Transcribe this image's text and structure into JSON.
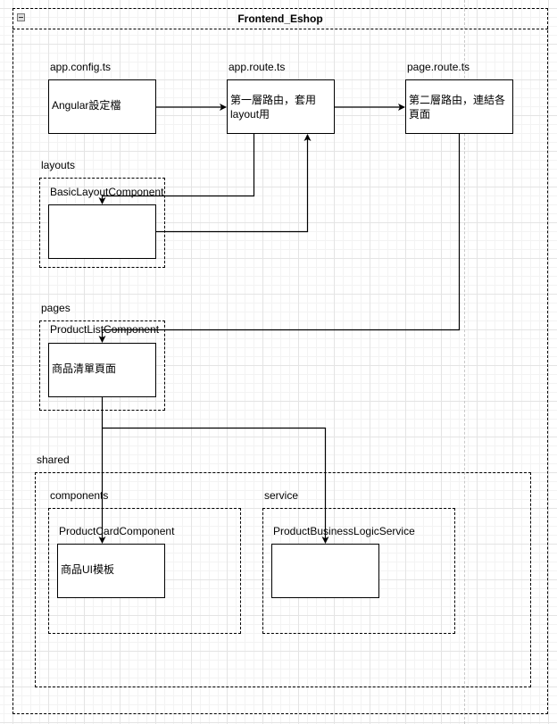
{
  "pool": {
    "title": "Frontend_Eshop",
    "collapse_icon": "minus-square-icon"
  },
  "nodes": {
    "app_config": {
      "label": "app.config.ts",
      "text": "Angular設定檔"
    },
    "app_route": {
      "label": "app.route.ts",
      "text_line1": "第一層路由，套用",
      "text_line2": "layout用"
    },
    "page_route": {
      "label": "page.route.ts",
      "text_line1": "第二層路由，連結各",
      "text_line2": "頁面"
    },
    "layouts": {
      "label": "layouts",
      "component_label": "BasicLayoutComponent",
      "text": ""
    },
    "pages": {
      "label": "pages",
      "component_label": "ProductListComponent",
      "text": "商品清單頁面"
    },
    "shared": {
      "label": "shared",
      "components": {
        "label": "components",
        "component_label": "ProductCardComponent",
        "text": "商品UI模板"
      },
      "service": {
        "label": "service",
        "component_label": "ProductBusinessLogicService",
        "text": ""
      }
    }
  },
  "connections": [
    {
      "from": "app.config.ts",
      "to": "app.route.ts"
    },
    {
      "from": "app.route.ts",
      "to": "page.route.ts"
    },
    {
      "from": "app.route.ts",
      "to": "BasicLayoutComponent"
    },
    {
      "from": "BasicLayoutComponent",
      "to": "app.route.ts"
    },
    {
      "from": "page.route.ts",
      "to": "ProductListComponent"
    },
    {
      "from": "ProductListComponent",
      "to": "ProductCardComponent"
    },
    {
      "from": "ProductListComponent",
      "to": "ProductBusinessLogicService"
    }
  ]
}
